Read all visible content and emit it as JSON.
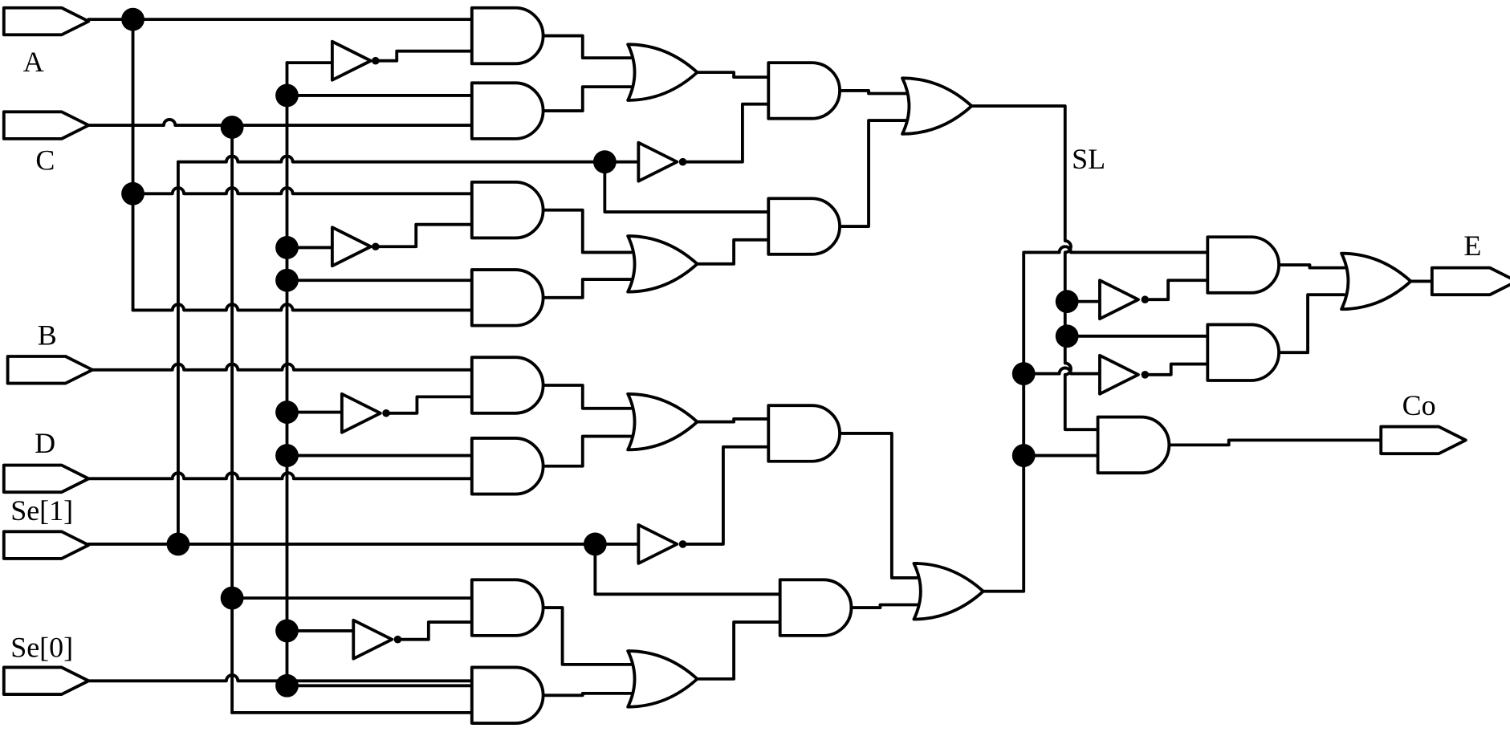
{
  "labels": {
    "in_a": "A",
    "in_c": "C",
    "in_b": "B",
    "in_d": "D",
    "in_se1": "Se[1]",
    "in_se0": "Se[0]",
    "sl": "SL",
    "out_e": "E",
    "out_co": "Co"
  }
}
